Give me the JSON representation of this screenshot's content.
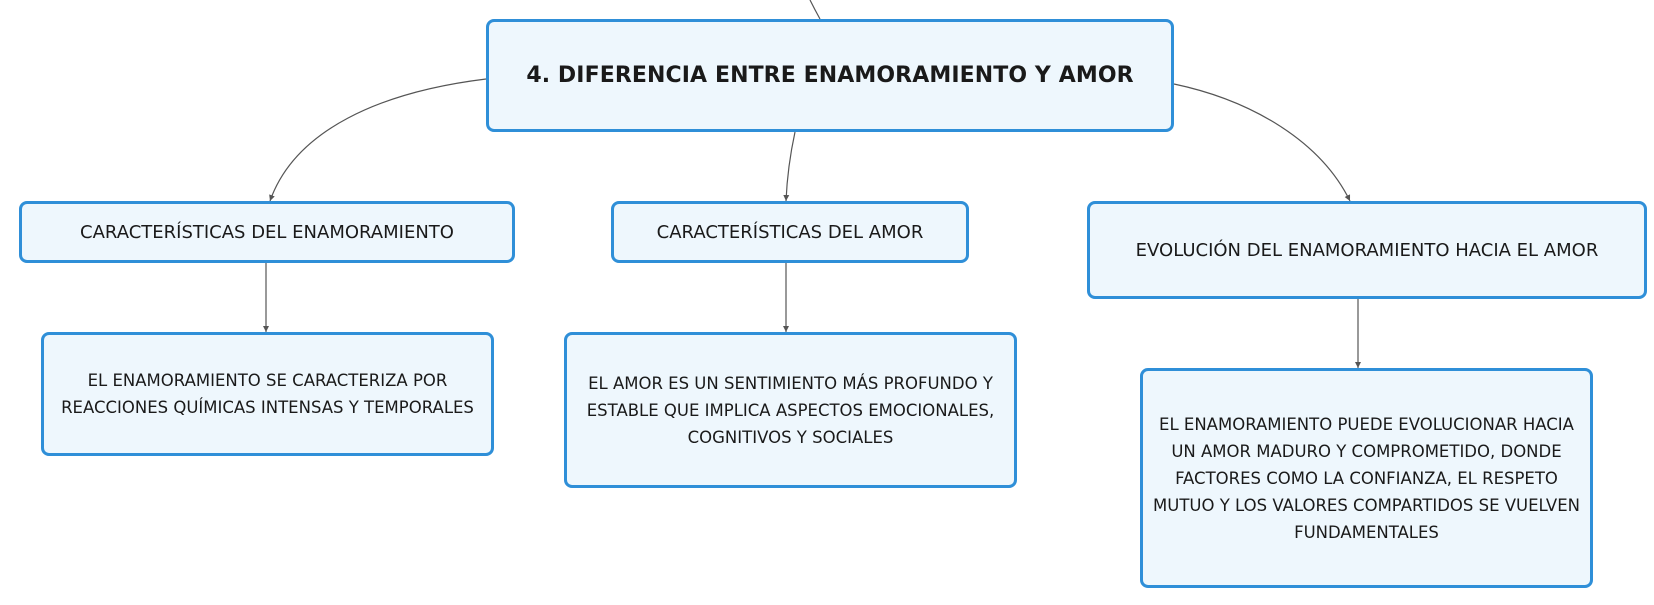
{
  "root": {
    "label": "4. DIFERENCIA ENTRE ENAMORAMIENTO Y AMOR"
  },
  "topics": [
    {
      "label": "CARACTERÍSTICAS DEL ENAMORAMIENTO",
      "detail": "EL ENAMORAMIENTO SE CARACTERIZA POR REACCIONES QUÍMICAS INTENSAS Y TEMPORALES"
    },
    {
      "label": "CARACTERÍSTICAS DEL AMOR",
      "detail": "EL AMOR ES UN SENTIMIENTO MÁS PROFUNDO Y ESTABLE QUE IMPLICA ASPECTOS EMOCIONALES, COGNITIVOS Y SOCIALES"
    },
    {
      "label": "EVOLUCIÓN DEL ENAMORAMIENTO HACIA EL AMOR",
      "detail": "EL ENAMORAMIENTO PUEDE EVOLUCIONAR HACIA UN AMOR MADURO Y COMPROMETIDO, DONDE FACTORES COMO LA CONFIANZA, EL RESPETO MUTUO Y LOS VALORES COMPARTIDOS SE VUELVEN FUNDAMENTALES"
    }
  ],
  "colors": {
    "node_fill": "#eef7fd",
    "node_border": "#2f8fd8",
    "connector": "#555555",
    "text": "#1a1a1a"
  }
}
